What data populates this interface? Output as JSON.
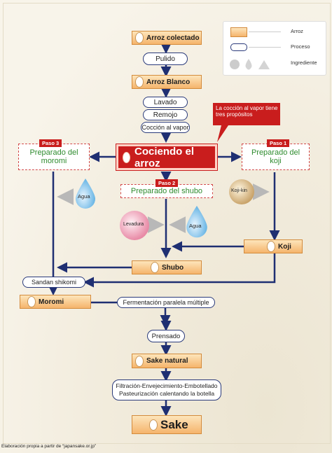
{
  "legend": {
    "rice": "Arroz",
    "process": "Proceso",
    "ingredient": "Ingrediente"
  },
  "nodes": {
    "arroz_colectado": "Arroz colectado",
    "pulido": "Pulido",
    "arroz_blanco": "Arroz Blanco",
    "lavado": "Lavado",
    "remojo": "Remojo",
    "coccion": "Cocción al vapor",
    "cociendo": "Cociendo el arroz",
    "paso3": "Paso 3",
    "paso3_text": "Preparado del moromi",
    "paso1": "Paso 1",
    "paso1_text": "Preparado del koji",
    "paso2": "Paso 2",
    "paso2_text": "Preparado del shubo",
    "agua_left": "Agua",
    "koji_kin": "Koji-kin",
    "levadura": "Levadura",
    "agua_mid": "Agua",
    "koji": "Koji",
    "shubo": "Shubo",
    "sandan": "Sandan shikomi",
    "moromi": "Moromi",
    "fermentacion": "Fermentación paralela múltiple",
    "prensado": "Prensado",
    "sake_natural": "Sake natural",
    "filtracion1": "Filtración-Envejecimiento-Embotellado",
    "filtracion2": "Pasteurización calentando la botella",
    "sake": "Sake"
  },
  "callout": "La cocción al vapor tiene tres propósitos",
  "caption": "Elaboración propia a partir de “japansake.or.jp”",
  "colors": {
    "rice_fill": "#f5b46c",
    "step_red": "#c91d1d",
    "process_border": "#2a3a7a",
    "arrow": "#1f2f72",
    "ingredient_arrow": "#b8b8b8",
    "water": "#7fc0e8"
  }
}
